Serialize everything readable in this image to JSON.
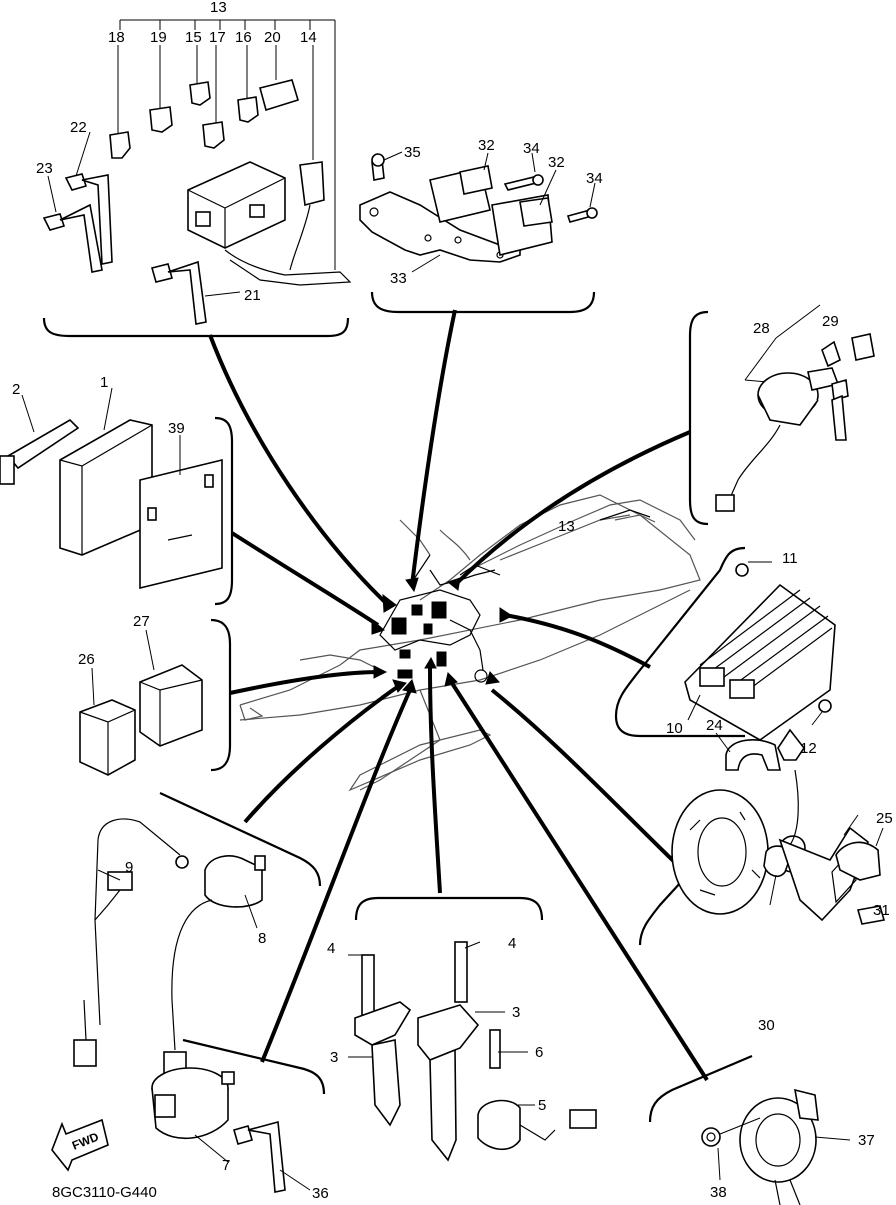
{
  "diagram": {
    "code": "8GC3110-G440",
    "fwd_label": "FWD",
    "labels": {
      "p1": "1",
      "p2": "2",
      "p3a": "3",
      "p3b": "3",
      "p4a": "4",
      "p4b": "4",
      "p5": "5",
      "p6": "6",
      "p7": "7",
      "p8": "8",
      "p9": "9",
      "p10": "10",
      "p11": "11",
      "p12": "12",
      "p13top": "13",
      "p13frame": "13",
      "p14": "14",
      "p15": "15",
      "p16": "16",
      "p17": "17",
      "p18": "18",
      "p19": "19",
      "p20": "20",
      "p21": "21",
      "p22": "22",
      "p23": "23",
      "p24": "24",
      "p25": "25",
      "p26": "26",
      "p27": "27",
      "p28": "28",
      "p29": "29",
      "p30": "30",
      "p31": "31",
      "p32a": "32",
      "p32b": "32",
      "p33": "33",
      "p34a": "34",
      "p34b": "34",
      "p35": "35",
      "p36": "36",
      "p37": "37",
      "p38": "38",
      "p39": "39"
    }
  }
}
